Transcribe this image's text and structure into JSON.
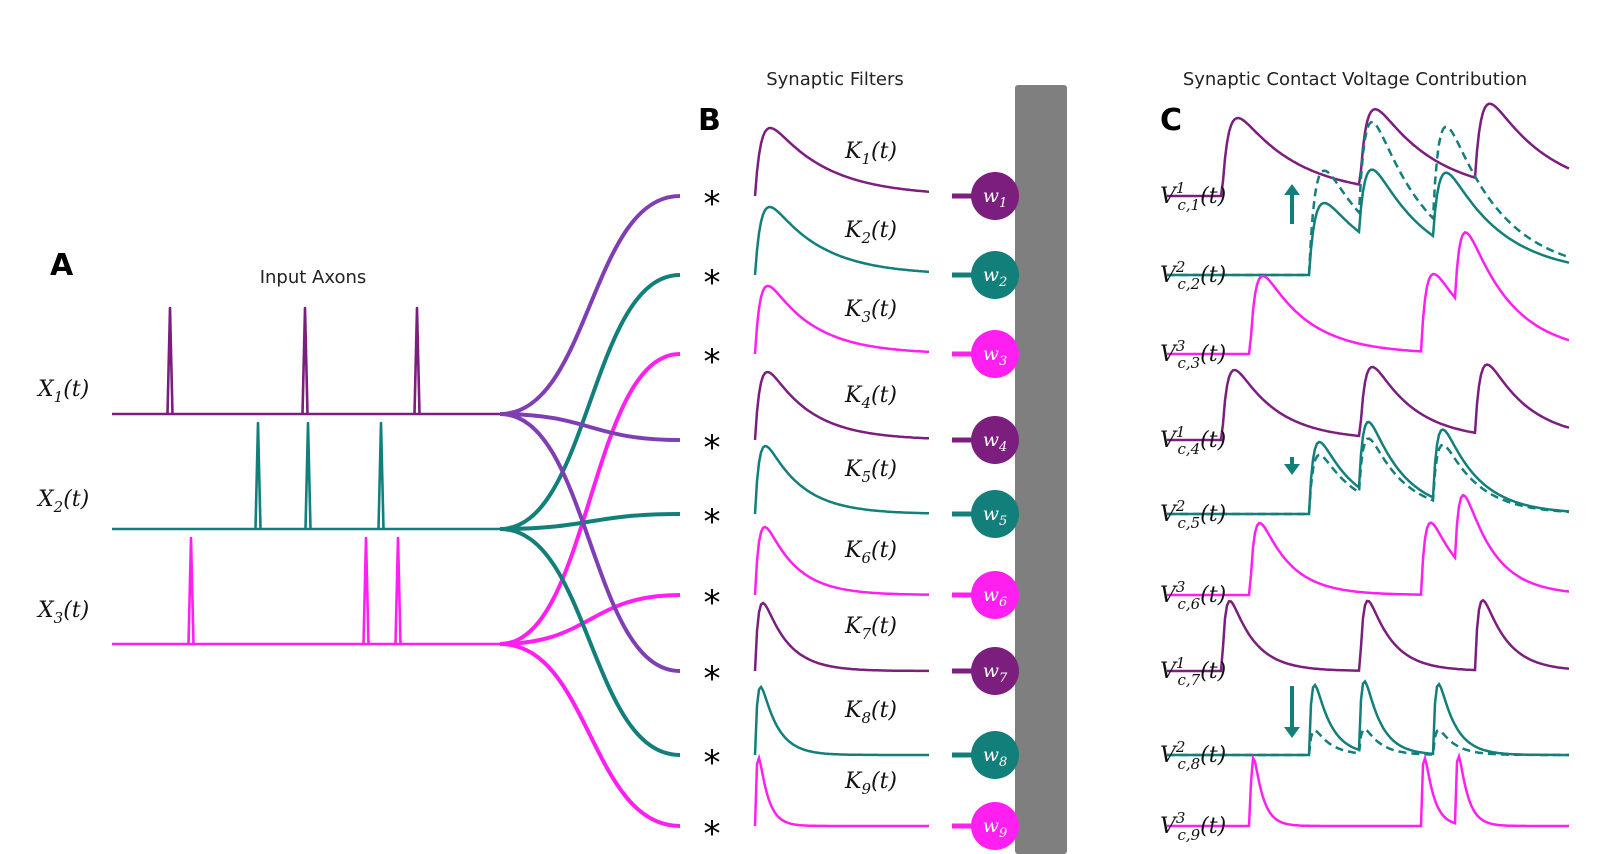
{
  "colors": {
    "purple_dark": "#7B1E7E",
    "purple": "#7F3FB2",
    "teal": "#137F7A",
    "magenta": "#FF1FF0",
    "divider": "#7F7F7F"
  },
  "panel_a": {
    "letter": "A",
    "heading": "Input Axons",
    "inputs": [
      {
        "base": "X",
        "sub": "1",
        "arg": "(t)",
        "color_key": "purple_dark"
      },
      {
        "base": "X",
        "sub": "2",
        "arg": "(t)",
        "color_key": "teal"
      },
      {
        "base": "X",
        "sub": "3",
        "arg": "(t)",
        "color_key": "magenta"
      }
    ]
  },
  "panel_b": {
    "letter": "B",
    "heading": "Synaptic Filters",
    "operator": "*",
    "filters": [
      {
        "base": "K",
        "sub": "1",
        "arg": "(t)",
        "weight_base": "w",
        "weight_sub": "1"
      },
      {
        "base": "K",
        "sub": "2",
        "arg": "(t)",
        "weight_base": "w",
        "weight_sub": "2"
      },
      {
        "base": "K",
        "sub": "3",
        "arg": "(t)",
        "weight_base": "w",
        "weight_sub": "3"
      },
      {
        "base": "K",
        "sub": "4",
        "arg": "(t)",
        "weight_base": "w",
        "weight_sub": "4"
      },
      {
        "base": "K",
        "sub": "5",
        "arg": "(t)",
        "weight_base": "w",
        "weight_sub": "5"
      },
      {
        "base": "K",
        "sub": "6",
        "arg": "(t)",
        "weight_base": "w",
        "weight_sub": "6"
      },
      {
        "base": "K",
        "sub": "7",
        "arg": "(t)",
        "weight_base": "w",
        "weight_sub": "7"
      },
      {
        "base": "K",
        "sub": "8",
        "arg": "(t)",
        "weight_base": "w",
        "weight_sub": "8"
      },
      {
        "base": "K",
        "sub": "9",
        "arg": "(t)",
        "weight_base": "w",
        "weight_sub": "9"
      }
    ]
  },
  "panel_c": {
    "letter": "C",
    "heading": "Synaptic Contact Voltage Contribution",
    "contributions": [
      {
        "base": "V",
        "sub": "c,1",
        "sup": "1",
        "arg": "(t)"
      },
      {
        "base": "V",
        "sub": "c,2",
        "sup": "2",
        "arg": "(t)"
      },
      {
        "base": "V",
        "sub": "c,3",
        "sup": "3",
        "arg": "(t)"
      },
      {
        "base": "V",
        "sub": "c,4",
        "sup": "1",
        "arg": "(t)"
      },
      {
        "base": "V",
        "sub": "c,5",
        "sup": "2",
        "arg": "(t)"
      },
      {
        "base": "V",
        "sub": "c,6",
        "sup": "3",
        "arg": "(t)"
      },
      {
        "base": "V",
        "sub": "c,7",
        "sup": "1",
        "arg": "(t)"
      },
      {
        "base": "V",
        "sub": "c,8",
        "sup": "2",
        "arg": "(t)"
      },
      {
        "base": "V",
        "sub": "c,9",
        "sup": "3",
        "arg": "(t)"
      }
    ]
  }
}
